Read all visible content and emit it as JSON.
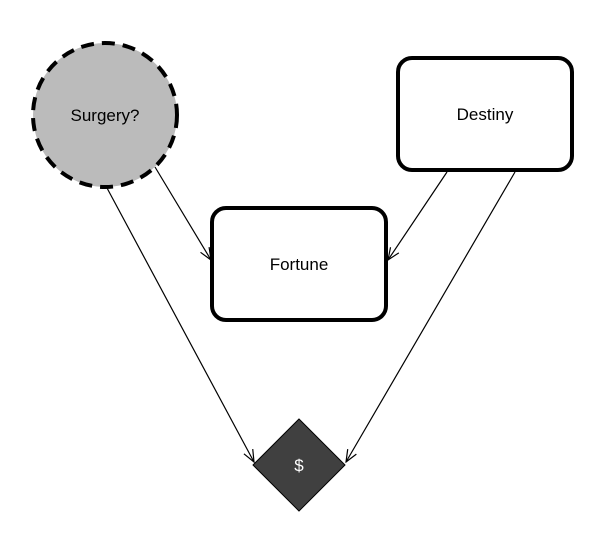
{
  "nodes": {
    "surgery": {
      "label": "Surgery?",
      "shape": "circle-dashed",
      "fill": "#bbbbbb"
    },
    "destiny": {
      "label": "Destiny",
      "shape": "rounded-rect",
      "fill": "#ffffff"
    },
    "fortune": {
      "label": "Fortune",
      "shape": "rounded-rect",
      "fill": "#ffffff"
    },
    "value": {
      "label": "$",
      "shape": "diamond",
      "fill": "#404040"
    }
  },
  "edges": [
    {
      "from": "Surgery?",
      "to": "Fortune"
    },
    {
      "from": "Destiny",
      "to": "Fortune"
    },
    {
      "from": "Surgery?",
      "to": "$"
    },
    {
      "from": "Destiny",
      "to": "$"
    }
  ]
}
